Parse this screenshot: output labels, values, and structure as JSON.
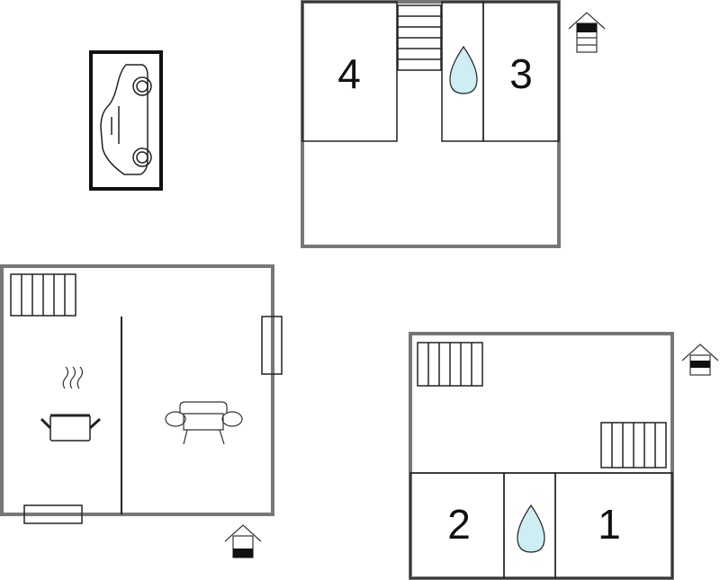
{
  "floorplan": {
    "rooms": [
      {
        "id": "room-4",
        "label": "4"
      },
      {
        "id": "room-3",
        "label": "3"
      },
      {
        "id": "room-2",
        "label": "2"
      },
      {
        "id": "room-1",
        "label": "1"
      }
    ],
    "icons": {
      "parking": "car-icon",
      "stairs": "stairs-icon",
      "bathroom": "water-drop-icon",
      "kitchen": "cooking-pot-icon",
      "living": "sofa-icon",
      "heater": "radiator-icon",
      "floor_marker": "house-floor-icon"
    },
    "colors": {
      "wall": "#777777",
      "water": "#cdeef2",
      "line": "#222222"
    }
  }
}
